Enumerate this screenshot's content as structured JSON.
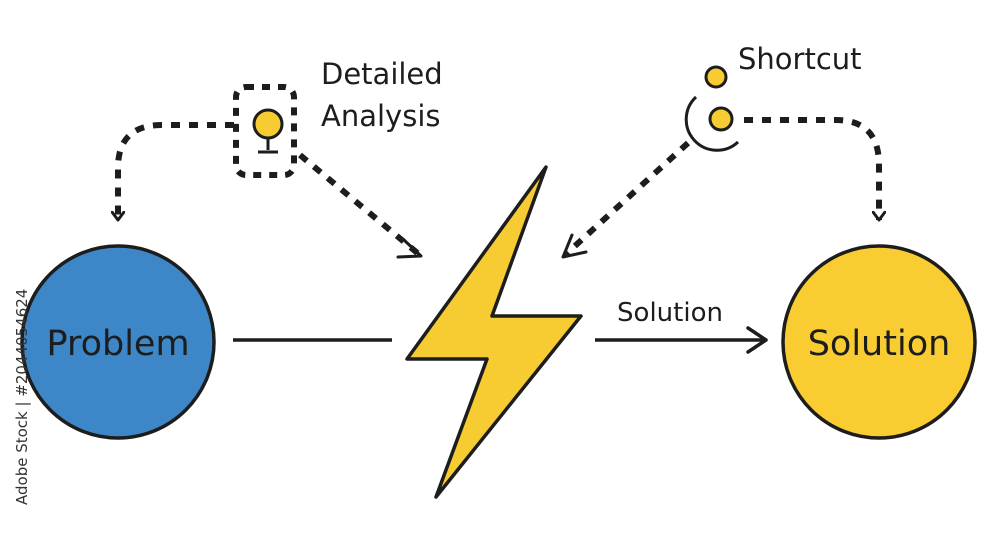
{
  "labels": {
    "problem": "Problem",
    "solution": "Solution",
    "arrow_solution": "Solution",
    "analysis_line1": "Detailed",
    "analysis_line2": "Analysis",
    "shortcut": "Shortcut"
  },
  "watermark_side": "Adobe Stock | #2044054624",
  "icons": {
    "analysis": "lightbulb-icon",
    "shortcut": "shortcut-icon",
    "center": "lightning-bolt-icon"
  },
  "colors": {
    "problem_fill": "#3d87c9",
    "solution_fill": "#f9cd32",
    "bolt_fill": "#f7cc33",
    "outline": "#1d1d1d"
  }
}
